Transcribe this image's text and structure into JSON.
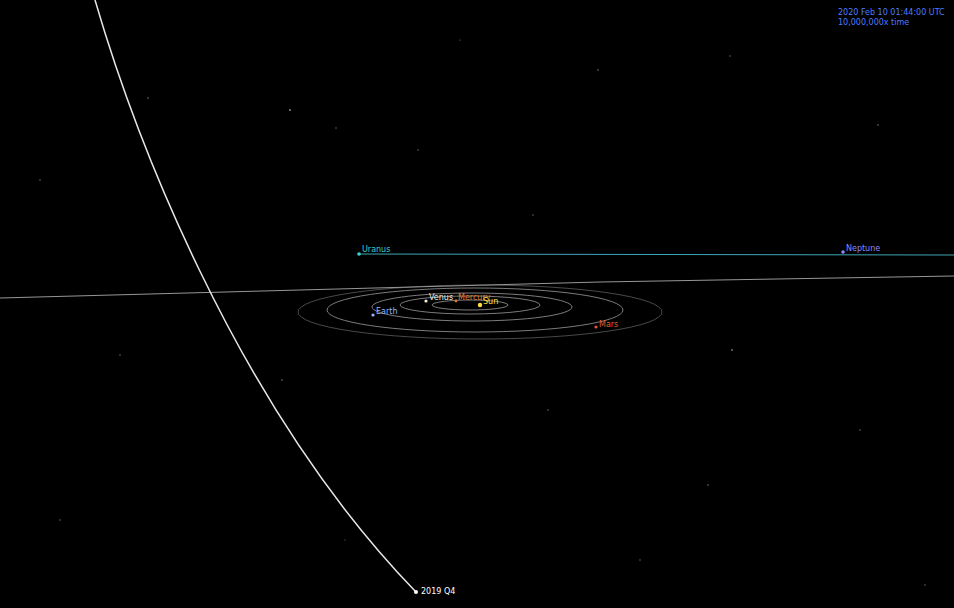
{
  "diagram": {
    "labels": [
      "2020 Feb 10 01:44:00 UTC",
      "10,000,000x time",
      "Uranus",
      "Neptune",
      "Venus",
      "Mercury",
      "Sun",
      "Earth",
      "Mars",
      "2019 Q4"
    ]
  }
}
